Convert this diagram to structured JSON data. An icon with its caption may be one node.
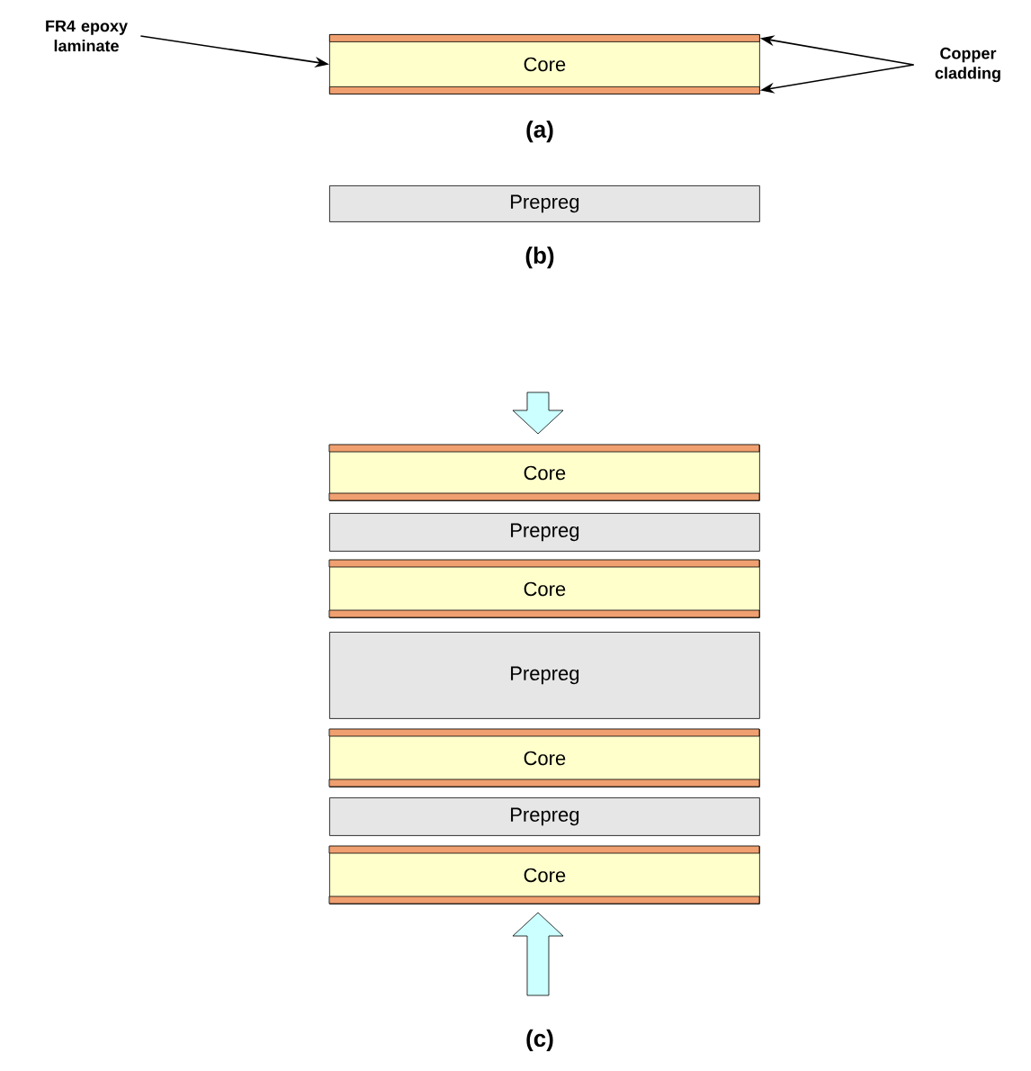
{
  "diagram": {
    "nodes": [
      {
        "text": [
          "FR4 epoxy laminate"
        ]
      },
      {
        "text": [
          "Core"
        ]
      },
      {
        "text": [
          "Copper cladding"
        ]
      },
      {
        "text": [],
        "shape": "bar",
        "in": 1
      },
      {
        "text": [],
        "shape": "bar",
        "in": 1
      },
      {
        "text": [
          "Prepreg"
        ]
      },
      {
        "text": [
          "Core"
        ]
      },
      {
        "text": [
          "Prepreg"
        ]
      },
      {
        "text": [
          "Core"
        ]
      },
      {
        "text": [
          "Prepreg"
        ]
      },
      {
        "text": [
          "Core"
        ]
      },
      {
        "text": [
          "Prepreg"
        ]
      },
      {
        "text": [
          "Core"
        ]
      }
    ],
    "edges": [
      {
        "from": 0,
        "to": 1,
        "arrow": "to"
      },
      {
        "from": 2,
        "to": 3,
        "arrow": "to"
      },
      {
        "from": 2,
        "to": 4,
        "arrow": "to"
      }
    ],
    "labels": [
      "(a)",
      "(b)",
      "(c)"
    ]
  }
}
